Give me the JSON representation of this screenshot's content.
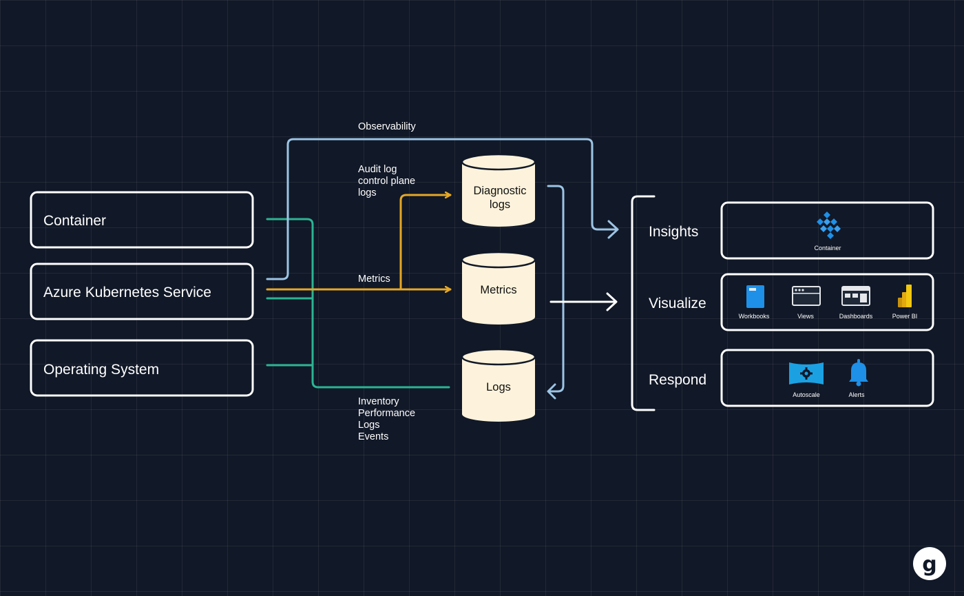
{
  "sources": {
    "container": "Container",
    "aks": "Azure Kubernetes Service",
    "os": "Operating System"
  },
  "flow_labels": {
    "observability": "Observability",
    "audit_line1": "Audit log",
    "audit_line2": "control plane",
    "audit_line3": "logs",
    "metrics": "Metrics",
    "inventory_line1": "Inventory",
    "inventory_line2": "Performance",
    "inventory_line3": "Logs",
    "inventory_line4": "Events"
  },
  "stores": {
    "diagnostic_line1": "Diagnostic",
    "diagnostic_line2": "logs",
    "metrics": "Metrics",
    "logs": "Logs"
  },
  "categories": {
    "insights": "Insights",
    "visualize": "Visualize",
    "respond": "Respond"
  },
  "tools": {
    "container": "Container",
    "workbooks": "Workbooks",
    "views": "Views",
    "dashboards": "Dashboards",
    "power_bi": "Power BI",
    "autoscale": "Autoscale",
    "alerts": "Alerts"
  },
  "logo": "g",
  "colors": {
    "background": "#111827",
    "green": "#2bb493",
    "orange": "#e6a825",
    "blue": "#9cc4e4",
    "cylinder": "#fdf3dc",
    "azure_blue": "#1e90e8"
  },
  "icons": [
    "container-cluster-icon",
    "workbooks-icon",
    "views-icon",
    "dashboards-icon",
    "power-bi-icon",
    "autoscale-icon",
    "alerts-icon"
  ]
}
